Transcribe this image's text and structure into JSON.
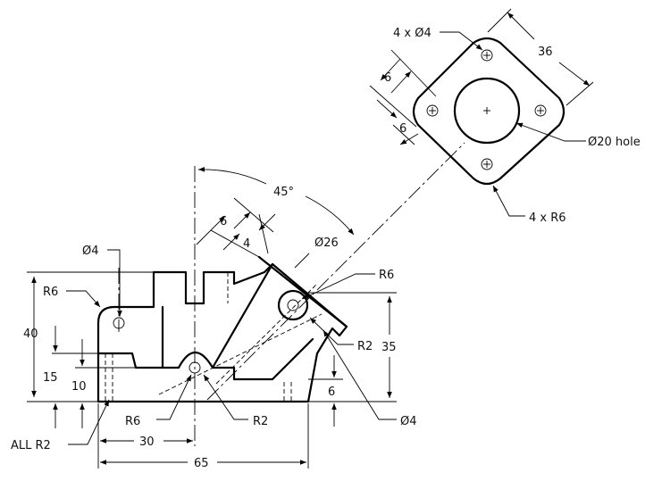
{
  "front_view": {
    "dims": {
      "d_overall_height": "40",
      "d_step_15": "15",
      "d_step_10": "10",
      "d_hole_x_30": "30",
      "d_overall_width_65": "65",
      "d_height_35": "35",
      "d_thick_6": "6"
    },
    "callouts": {
      "hole_dia_4_left": "Ø4",
      "radius_6_left": "R6",
      "radius_6_bottom": "R6",
      "radius_2_bottom": "R2",
      "all_radius": "ALL R2",
      "radius_6_right": "R6",
      "radius_2_right": "R2",
      "hole_dia_4_bottom_right": "Ø4"
    },
    "inclined": {
      "angle": "45°",
      "d_offset_6": "6",
      "d_offset_4": "4",
      "boss_dia_26": "Ø26"
    }
  },
  "aux_view": {
    "hole_count_label": "4 x Ø4",
    "d_width_36": "36",
    "d_6_top": "6",
    "d_6_bottom": "6",
    "center_hole_label": "Ø20 hole",
    "corner_radius_label": "4 x R6"
  }
}
